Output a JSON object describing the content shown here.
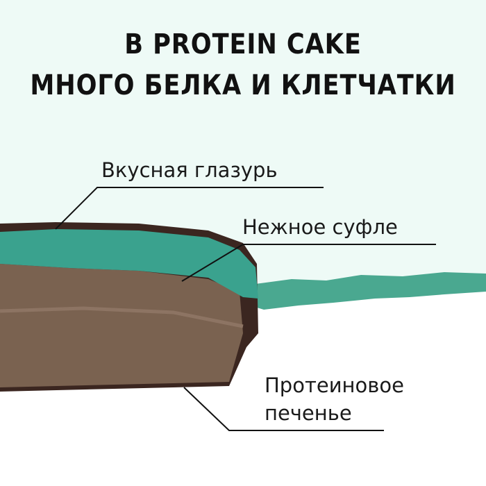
{
  "title": {
    "line1": "В PROTEIN CAKE",
    "line2": "МНОГО БЕЛКА И КЛЕТЧАТКИ"
  },
  "labels": {
    "glaze": "Вкусная глазурь",
    "souffle": "Нежное суфле",
    "cookie_line1": "Протеиновое",
    "cookie_line2": "печенье"
  },
  "colors": {
    "mint_bg": "#eefaf6",
    "souffle_green": "#3aa28e",
    "cookie_brown": "#7a6250",
    "glaze_dark": "#3b2620"
  }
}
